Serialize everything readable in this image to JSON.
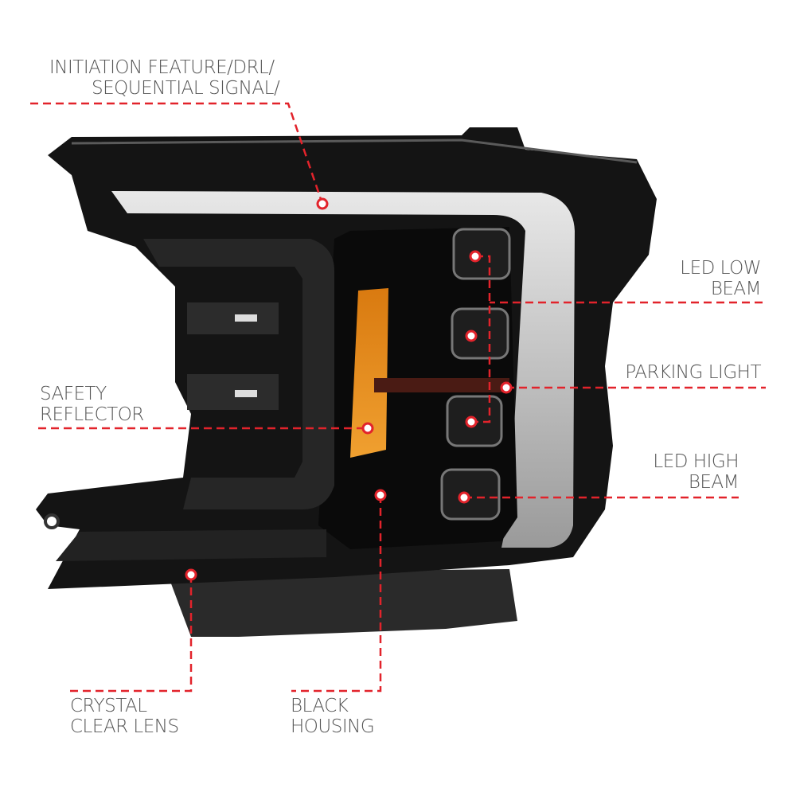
{
  "colors": {
    "accent": "#e2232b",
    "text": "#555555",
    "housing": "#141414"
  },
  "callouts": {
    "drl": {
      "line1": "INITIATION FEATURE/DRL/",
      "line2": "SEQUENTIAL SIGNAL/"
    },
    "low_beam": {
      "line1": "LED LOW",
      "line2": "BEAM"
    },
    "parking": {
      "line1": "PARKING LIGHT"
    },
    "high_beam": {
      "line1": "LED HIGH",
      "line2": "BEAM"
    },
    "reflector": {
      "line1": "SAFETY",
      "line2": "REFLECTOR"
    },
    "lens": {
      "line1": "CRYSTAL",
      "line2": "CLEAR LENS"
    },
    "housing": {
      "line1": "BLACK",
      "line2": "HOUSING"
    }
  }
}
